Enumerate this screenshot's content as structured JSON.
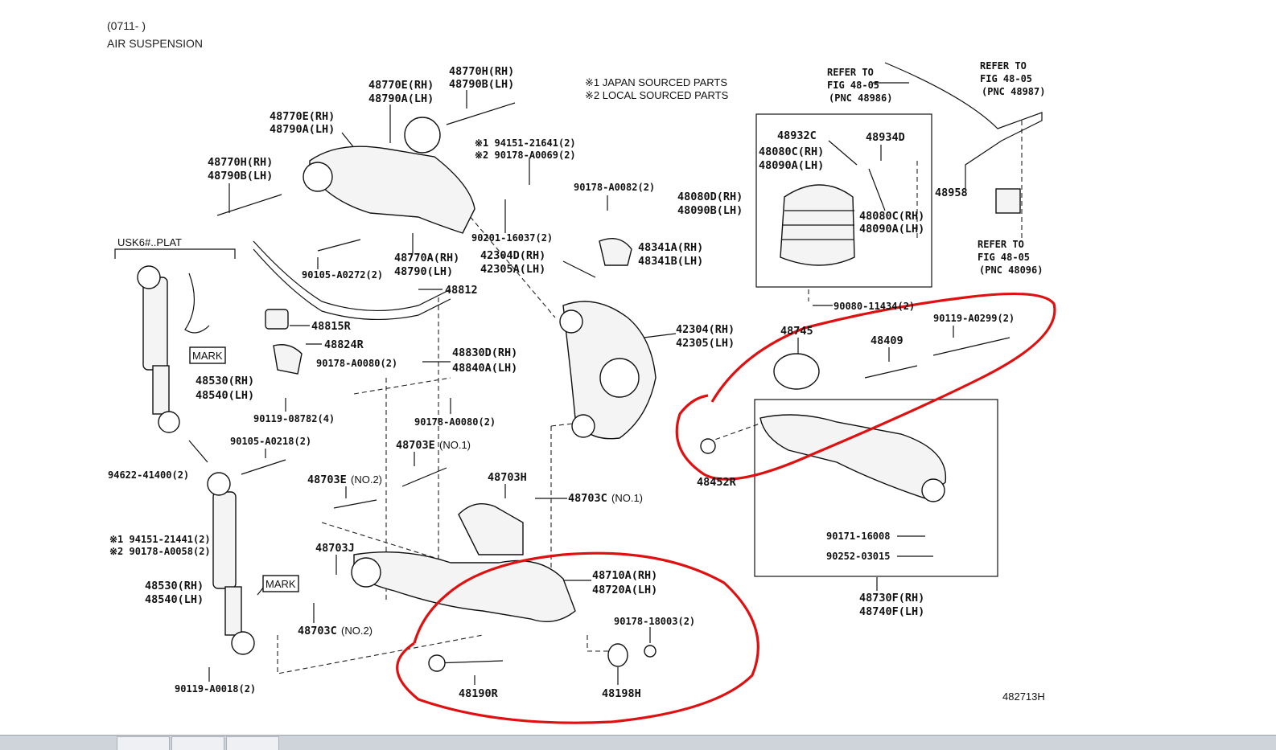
{
  "header": {
    "line1": "(0711- )",
    "line2": "AIR SUSPENSION"
  },
  "figure_number": "482713H",
  "notes": [
    "※1 JAPAN SOURCED PARTS",
    "※2 LOCAL SOURCED PARTS"
  ],
  "refers": [
    {
      "l1": "REFER TO",
      "l2": "FIG 48-05",
      "l3": "(PNC 48986)"
    },
    {
      "l1": "REFER TO",
      "l2": "FIG 48-05",
      "l3": "(PNC 48987)"
    },
    {
      "l1": "REFER TO",
      "l2": "FIG 48-05",
      "l3": "(PNC 48096)"
    }
  ],
  "plat_label": "USK6#..PLAT",
  "mark": "MARK",
  "labels": {
    "p48770H_a": "48770H(RH)",
    "p48790B_a": "48790B(LH)",
    "p48770E_a": "48770E(RH)",
    "p48790A_a": "48790A(LH)",
    "p48770E_b": "48770E(RH)",
    "p48790A_b": "48790A(LH)",
    "p48770H_b": "48770H(RH)",
    "p48790B_b": "48790B(LH)",
    "p94151_a": "※1 94151-21641(2)",
    "p90178_a": "※2 90178-A0069(2)",
    "p90178_0082": "90178-A0082(2)",
    "p90201": "90201-16037(2)",
    "p48770A": "48770A(RH)",
    "p48790": "48790(LH)",
    "p90105_0272": "90105-A0272(2)",
    "p42304D": "42304D(RH)",
    "p42305A": "42305A(LH)",
    "p48341A": "48341A(RH)",
    "p48341B": "48341B(LH)",
    "p48932C": "48932C",
    "p48934D": "48934D",
    "p48080C_a": "48080C(RH)",
    "p48090A_a": "48090A(LH)",
    "p48080D": "48080D(RH)",
    "p48090B": "48090B(LH)",
    "p48080C_b": "48080C(RH)",
    "p48090A_b": "48090A(LH)",
    "p48958": "48958",
    "p90080": "90080-11434(2)",
    "p90119_0299": "90119-A0299(2)",
    "p48745": "48745",
    "p48409": "48409",
    "p48812": "48812",
    "p48815R": "48815R",
    "p48824R": "48824R",
    "p42304": "42304(RH)",
    "p42305": "42305(LH)",
    "p48830D": "48830D(RH)",
    "p48840A": "48840A(LH)",
    "p90178_0080_a": "90178-A0080(2)",
    "p90178_0080_b": "90178-A0080(2)",
    "p90119_08782": "90119-08782(4)",
    "p48530_a": "48530(RH)",
    "p48540_a": "48540(LH)",
    "p90105_0218": "90105-A0218(2)",
    "p48703E_1": "48703E",
    "p48703E_1s": "(NO.1)",
    "p48703E_2": "48703E",
    "p48703E_2s": "(NO.2)",
    "p48703H": "48703H",
    "p48703C_1": "48703C",
    "p48703C_1s": "(NO.1)",
    "p48703J": "48703J",
    "p48703C_2": "48703C",
    "p48703C_2s": "(NO.2)",
    "p94622": "94622-41400(2)",
    "p94151_b": "※1 94151-21441(2)",
    "p90178_b": "※2 90178-A0058(2)",
    "p48530_b": "48530(RH)",
    "p48540_b": "48540(LH)",
    "p48452R": "48452R",
    "p90171": "90171-16008",
    "p90252": "90252-03015",
    "p48730F": "48730F(RH)",
    "p48740F": "48740F(LH)",
    "p48710A": "48710A(RH)",
    "p48720A": "48720A(LH)",
    "p90178_18003": "90178-18003(2)",
    "p90119_0018": "90119-A0018(2)",
    "p48190R": "48190R",
    "p48198H": "48198H"
  }
}
